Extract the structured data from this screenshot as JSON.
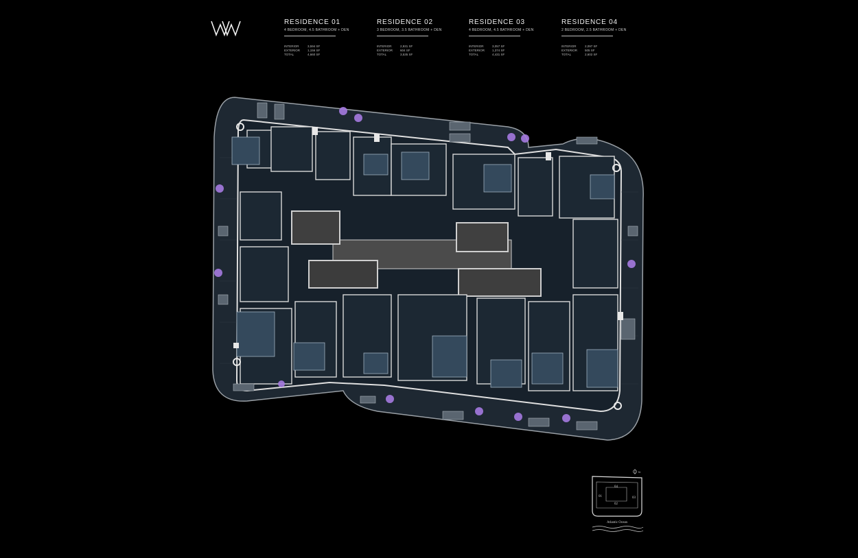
{
  "brand": {
    "logo_text": "WA"
  },
  "residences": [
    {
      "title": "RESIDENCE 01",
      "subtitle": "4 BEDROOM, 4.5 BATHROOM + DEN",
      "stats": [
        {
          "k": "INTERIOR",
          "v": "3,594 SF"
        },
        {
          "k": "EXTERIOR",
          "v": "1,156 SF"
        },
        {
          "k": "TOTAL",
          "v": "4,660 SF"
        }
      ]
    },
    {
      "title": "RESIDENCE 02",
      "subtitle": "3 BEDROOM, 3.5 BATHROOM + DEN",
      "stats": [
        {
          "k": "INTERIOR",
          "v": "2,931 SF"
        },
        {
          "k": "EXTERIOR",
          "v": "604 SF"
        },
        {
          "k": "TOTAL",
          "v": "3,535 SF"
        }
      ]
    },
    {
      "title": "RESIDENCE 03",
      "subtitle": "4 BEDROOM, 4.5 BATHROOM + DEN",
      "stats": [
        {
          "k": "INTERIOR",
          "v": "3,057 SF"
        },
        {
          "k": "EXTERIOR",
          "v": "1,374 SF"
        },
        {
          "k": "TOTAL",
          "v": "4,431 SF"
        }
      ]
    },
    {
      "title": "RESIDENCE 04",
      "subtitle": "2 BEDROOM, 2.5 BATHROOM + DEN",
      "stats": [
        {
          "k": "INTERIOR",
          "v": "2,097 SF"
        },
        {
          "k": "EXTERIOR",
          "v": "505 SF"
        },
        {
          "k": "TOTAL",
          "v": "2,602 SF"
        }
      ]
    }
  ],
  "keyplan": {
    "labels": [
      "01",
      "02",
      "03",
      "04"
    ],
    "caption": "Atlantic Ocean",
    "north": "N"
  },
  "colors": {
    "background": "#000000",
    "plan_fill": "#1b2630",
    "terrace": "#202a33",
    "core": "#4a4a4a",
    "wall": "#d9d9d9",
    "planter": "#a57ae0"
  }
}
